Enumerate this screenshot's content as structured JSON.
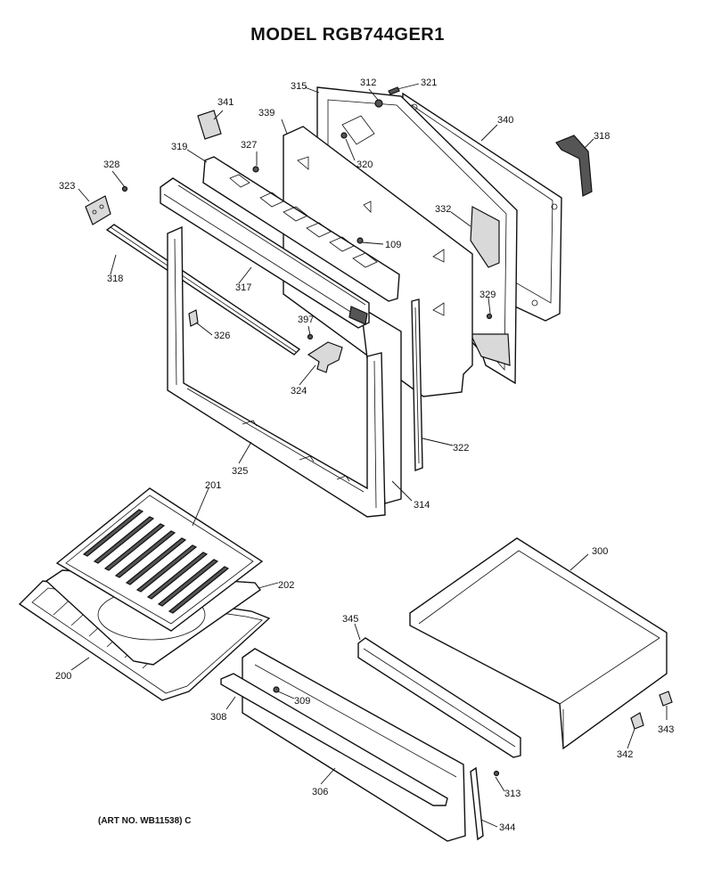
{
  "title": "MODEL RGB744GER1",
  "art_number": "(ART NO. WB11538) C",
  "callouts": {
    "p341": "341",
    "p339": "339",
    "p315": "315",
    "p312": "312",
    "p321": "321",
    "p340": "340",
    "p318a": "318",
    "p319": "319",
    "p327": "327",
    "p320": "320",
    "p328": "328",
    "p323": "323",
    "p332": "332",
    "p109": "109",
    "p318b": "318",
    "p317": "317",
    "p329": "329",
    "p397": "397",
    "p326": "326",
    "p324": "324",
    "p322": "322",
    "p325": "325",
    "p314": "314",
    "p201": "201",
    "p202": "202",
    "p200": "200",
    "p300": "300",
    "p345": "345",
    "p309": "309",
    "p308": "308",
    "p306": "306",
    "p313": "313",
    "p344": "344",
    "p343": "343",
    "p342": "342"
  }
}
